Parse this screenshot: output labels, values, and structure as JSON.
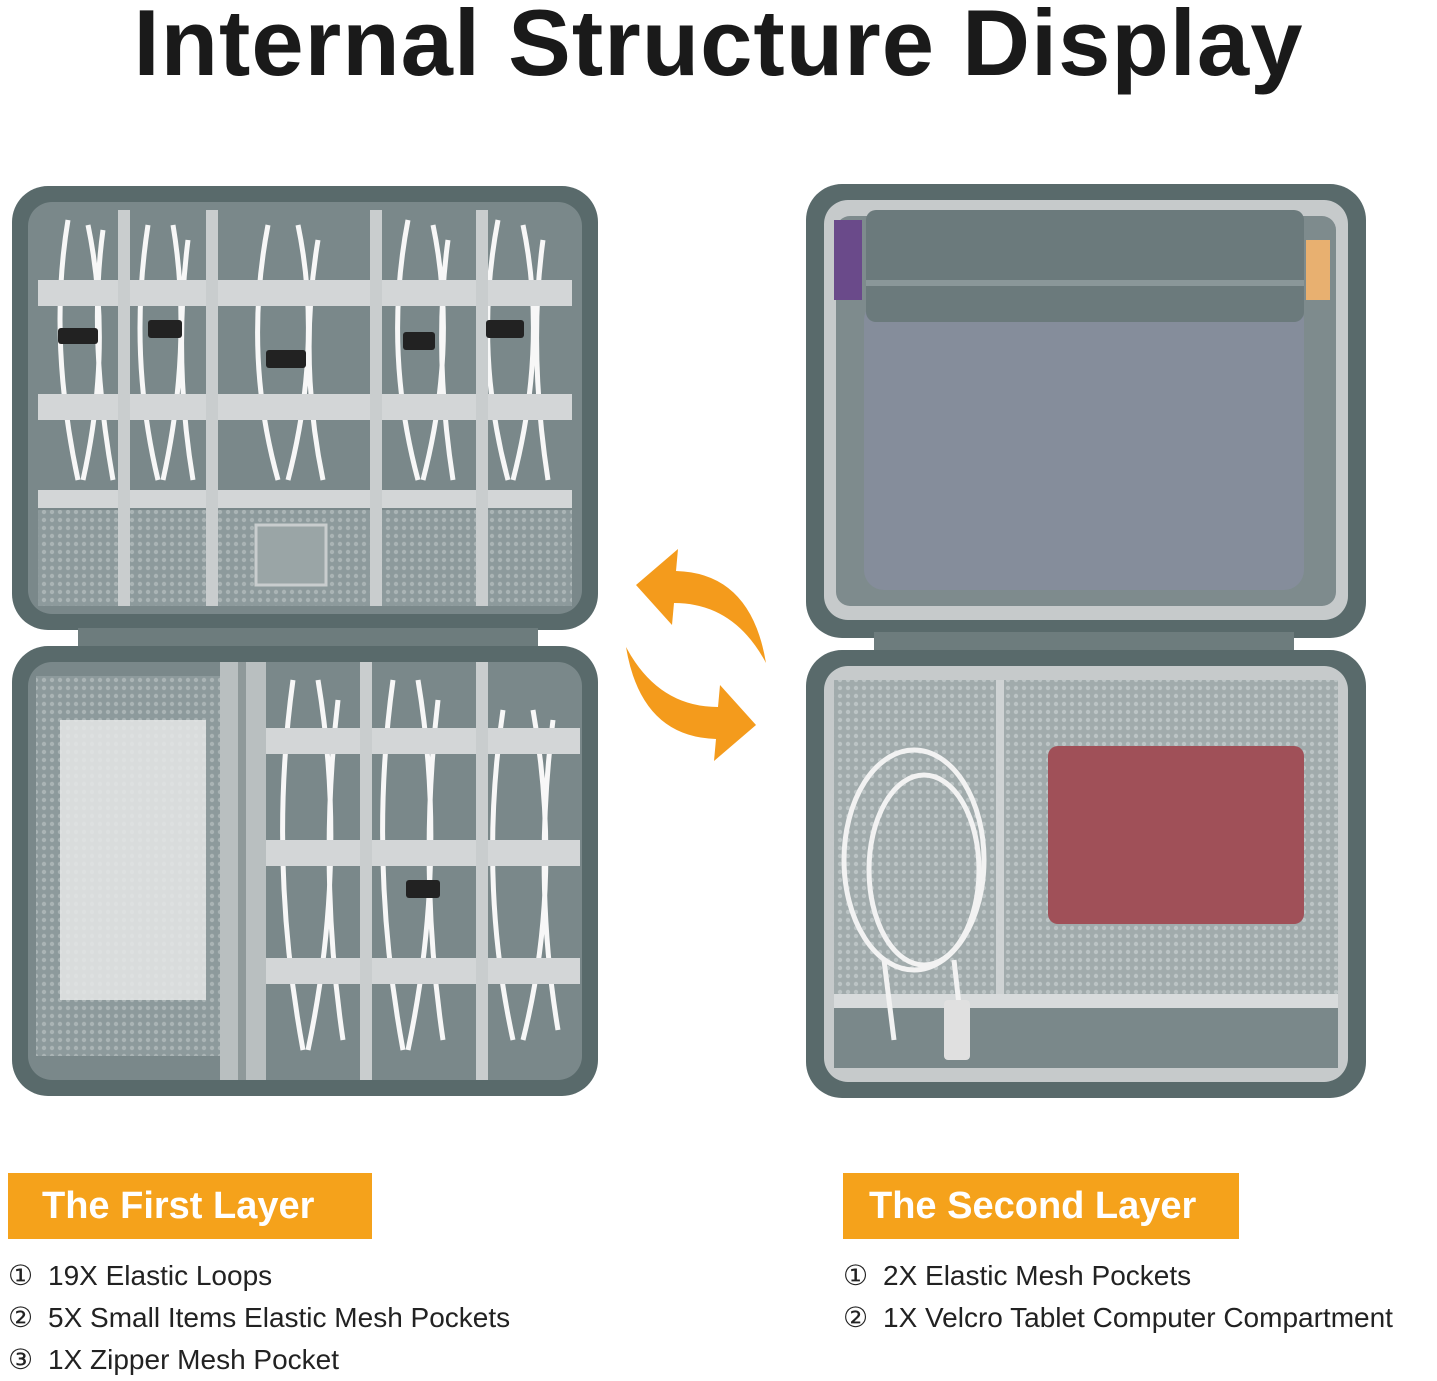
{
  "title": "Internal Structure Display",
  "colors": {
    "accent_orange": "#f5a21b",
    "case_grey": "#6f7e80",
    "case_trim": "#4e5e5f",
    "strap_grey": "#d3d6d7",
    "cable_white": "#f7f7f7",
    "arrow_orange": "#f49b1c"
  },
  "icons": {
    "swap": "swap-arrows-icon"
  },
  "layers": [
    {
      "label": "The First Layer",
      "features": [
        {
          "marker": "①",
          "text": "19X Elastic Loops"
        },
        {
          "marker": "②",
          "text": "5X Small Items Elastic Mesh Pockets"
        },
        {
          "marker": "③",
          "text": "1X Zipper Mesh Pocket"
        }
      ]
    },
    {
      "label": "The Second Layer",
      "features": [
        {
          "marker": "①",
          "text": "2X Elastic Mesh Pockets"
        },
        {
          "marker": "②",
          "text": "1X Velcro Tablet Computer Compartment"
        }
      ]
    }
  ]
}
